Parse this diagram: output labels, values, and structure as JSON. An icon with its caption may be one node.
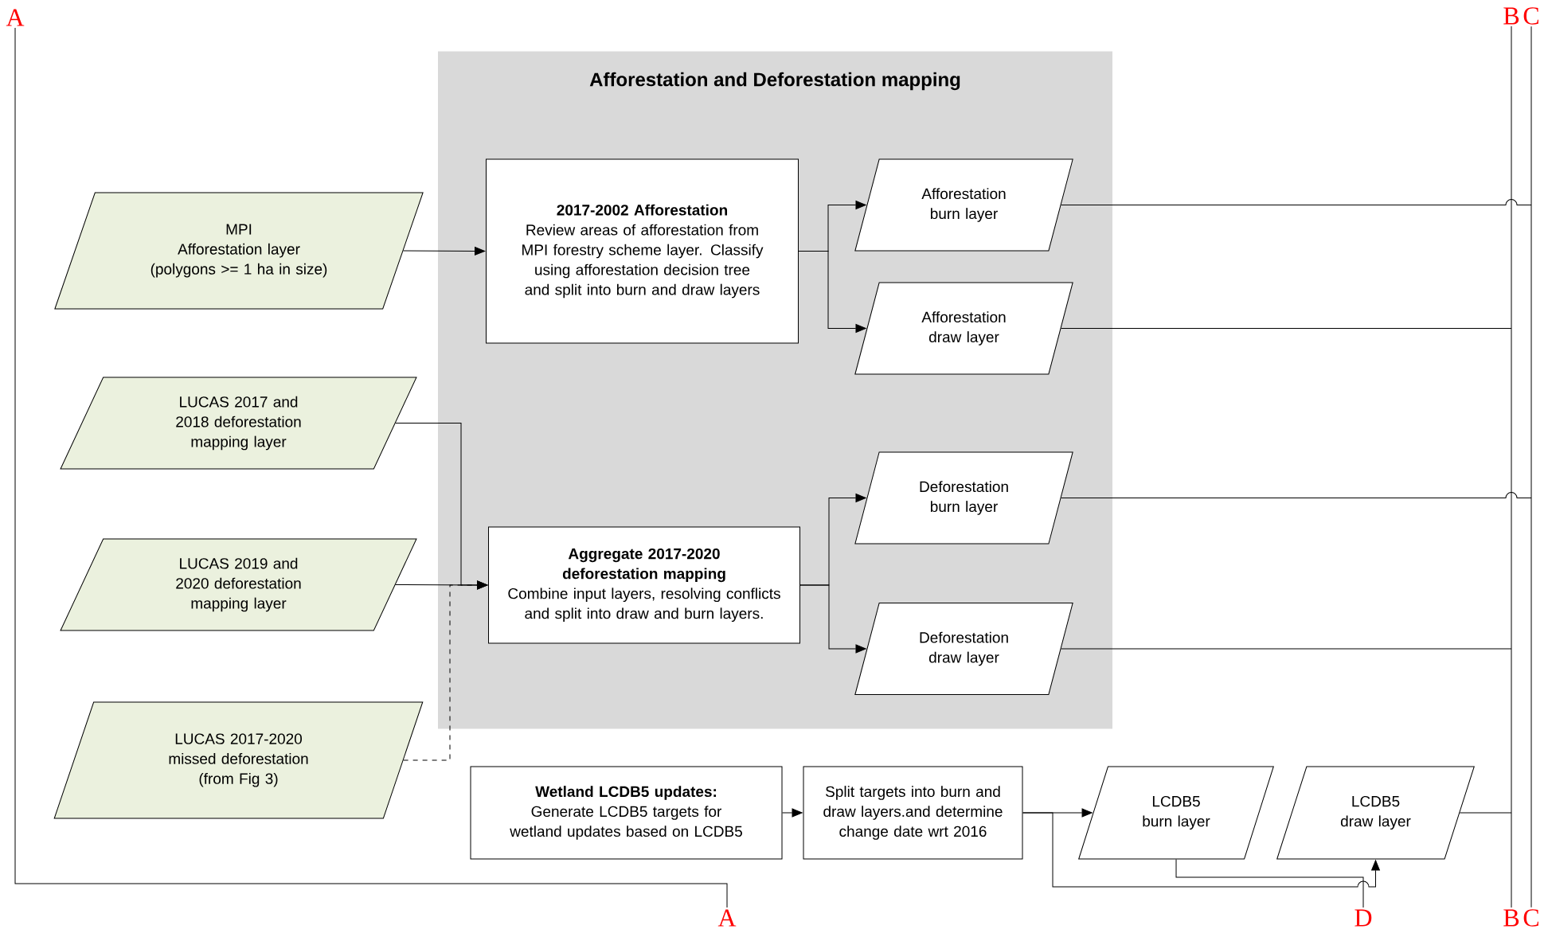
{
  "diagram": {
    "nodes": [
      {
        "text": [
          "Afforestation and Deforestation mapping"
        ]
      },
      {
        "text": [
          "MPI",
          "Afforestation layer",
          "(polygons >= 1 ha in size)"
        ]
      },
      {
        "text": [
          "2017-2002 Afforestation",
          "Review areas of afforestation from MPI forestry scheme layer. Classify using afforestation decision tree and split into burn and draw layers"
        ],
        "in": 0
      },
      {
        "text": [
          "Afforestation burn layer"
        ],
        "in": 0
      },
      {
        "text": [
          "Afforestation draw layer"
        ],
        "in": 0
      },
      {
        "text": [
          "LUCAS 2017 and 2018 deforestation mapping layer"
        ]
      },
      {
        "text": [
          "LUCAS 2019 and 2020 deforestation mapping layer"
        ]
      },
      {
        "text": [
          "Aggregate 2017-2020 deforestation mapping",
          "Combine input layers, resolving conflicts and split into draw and burn layers."
        ],
        "in": 0
      },
      {
        "text": [
          "Deforestation burn layer"
        ],
        "in": 0
      },
      {
        "text": [
          "Deforestation draw layer"
        ],
        "in": 0
      },
      {
        "text": [
          "LUCAS 2017-2020 missed deforestation (from Fig 3)"
        ]
      },
      {
        "text": [
          "Wetland LCDB5 updates:",
          "Generate LCDB5 targets for wetland updates based on LCDB5"
        ]
      },
      {
        "text": [
          "Split targets into burn and draw layers.and determine change date wrt 2016"
        ]
      },
      {
        "text": [
          "LCDB5 burn layer"
        ]
      },
      {
        "text": [
          "LCDB5 draw layer"
        ]
      },
      {
        "text": [
          "A"
        ]
      },
      {
        "text": [
          "B"
        ]
      },
      {
        "text": [
          "C"
        ]
      },
      {
        "text": [
          "A"
        ]
      },
      {
        "text": [
          "D"
        ]
      },
      {
        "text": [
          "B"
        ]
      },
      {
        "text": [
          "C"
        ]
      }
    ],
    "edges": [
      {
        "from": 1,
        "to": 2,
        "arrow": "to"
      },
      {
        "from": 2,
        "to": 3,
        "arrow": "to"
      },
      {
        "from": 2,
        "to": 4,
        "arrow": "to"
      },
      {
        "from": 5,
        "to": 7,
        "arrow": "to"
      },
      {
        "from": 6,
        "to": 7,
        "arrow": "to"
      },
      {
        "from": 10,
        "to": 7,
        "arrow": "to",
        "style": "dashed"
      },
      {
        "from": 7,
        "to": 8,
        "arrow": "to"
      },
      {
        "from": 7,
        "to": 9,
        "arrow": "to"
      },
      {
        "from": 3,
        "to": null,
        "arrow": "none"
      },
      {
        "from": 4,
        "to": null,
        "arrow": "none"
      },
      {
        "from": 8,
        "to": null,
        "arrow": "none"
      },
      {
        "from": 9,
        "to": null,
        "arrow": "none"
      },
      {
        "from": 14,
        "to": null,
        "arrow": "none"
      },
      {
        "from": 11,
        "to": 12,
        "arrow": "to"
      },
      {
        "from": 12,
        "to": 13,
        "arrow": "to"
      },
      {
        "from": 12,
        "to": 14,
        "arrow": "to"
      },
      {
        "from": 13,
        "to": 19,
        "arrow": "none"
      },
      {
        "from": 15,
        "to": 18,
        "arrow": "none"
      },
      {
        "from": 16,
        "to": 20,
        "arrow": "none"
      },
      {
        "from": 17,
        "to": 21,
        "arrow": "none"
      }
    ]
  }
}
